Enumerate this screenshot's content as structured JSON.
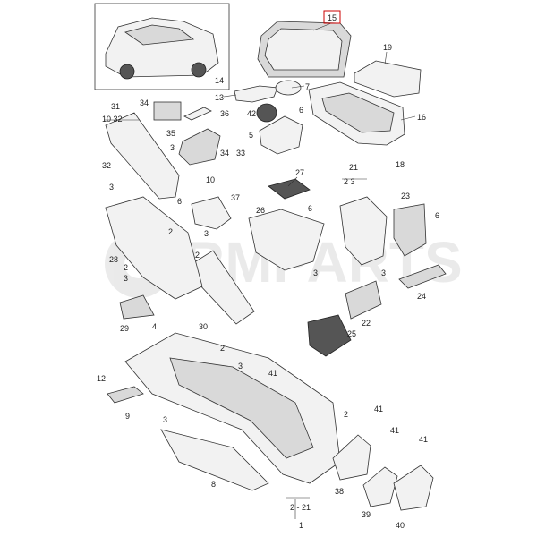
{
  "watermark": "RMPARTS",
  "callouts": {
    "p15": "15",
    "p19": "19",
    "p7": "7",
    "p14": "14",
    "p13": "13",
    "p16": "16",
    "p42": "42",
    "p6a": "6",
    "p5": "5",
    "p18": "18",
    "p31": "31",
    "p10_32": "10 32",
    "p34": "34",
    "p36": "36",
    "p35": "35",
    "p33": "33",
    "p34b": "34",
    "p3a": "3",
    "p32": "32",
    "p27": "27",
    "p21": "21",
    "p2_3": "2  3",
    "p6b": "6",
    "p23": "23",
    "p6c": "6",
    "p10": "10",
    "p37": "37",
    "p3b": "3",
    "p6d": "6",
    "p2a": "2",
    "p26": "26",
    "p3c": "3",
    "p28": "28",
    "p2b": "2",
    "p3d": "3",
    "p2c": "2",
    "p3e": "3",
    "p3f": "3",
    "p24": "24",
    "p22": "22",
    "p29": "29",
    "p30": "30",
    "p25": "25",
    "p4": "4",
    "p3g": "3",
    "p2d": "2",
    "p41a": "41",
    "p12": "12",
    "p9": "9",
    "p3h": "3",
    "p2e": "2",
    "p41b": "41",
    "p41c": "41",
    "p41d": "41",
    "p8": "8",
    "p38": "38",
    "p39": "39",
    "p40": "40",
    "p2_21": "2 - 21",
    "p1": "1"
  }
}
